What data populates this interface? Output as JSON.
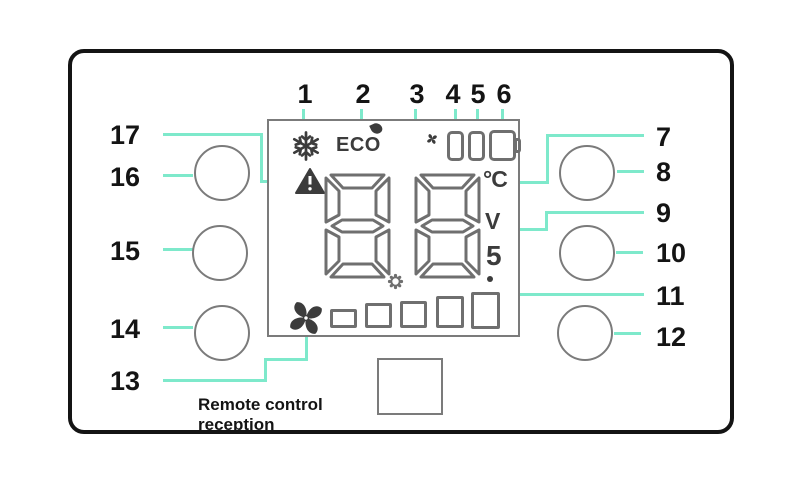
{
  "colors": {
    "frame": "#141414",
    "panel_border": "#7b7b7b",
    "button_border": "#7b7b7b",
    "segment": "#6f6f6f",
    "icon": "#3c3c3c",
    "callout_line": "#7ee9cb",
    "label": "#141414"
  },
  "callouts": {
    "top": [
      "1",
      "2",
      "3",
      "4",
      "5",
      "6"
    ],
    "left": [
      "17",
      "16",
      "15",
      "14",
      "13"
    ],
    "right": [
      "7",
      "8",
      "9",
      "10",
      "11",
      "12"
    ]
  },
  "display": {
    "value": "88",
    "eco_label": "ECO",
    "celsius_label": "°C",
    "volt_label": "V",
    "five_label": "5",
    "icons": [
      "snowflake-icon",
      "eco-leaf-icon",
      "sleep-moon-fan-icon",
      "filter-bar-icon",
      "filter-bar-icon",
      "battery-icon",
      "warning-triangle-icon",
      "celsius-icon",
      "volt-icon",
      "five-defrost-icon",
      "fan-icon",
      "fan-speed-squares",
      "gear-dot-icon"
    ]
  },
  "footer": {
    "remote_label": "Remote control reception"
  }
}
